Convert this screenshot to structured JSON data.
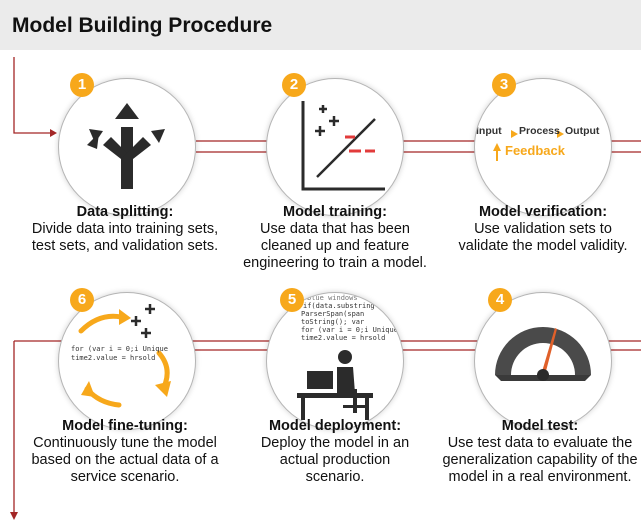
{
  "header": {
    "title": "Model Building Procedure"
  },
  "colors": {
    "accent": "#f7a81b",
    "line": "#a32626"
  },
  "steps": [
    {
      "number": "1",
      "title": "Data splitting:",
      "description": "Divide data into training sets, test sets, and validation sets.",
      "icon": "split-arrows-icon"
    },
    {
      "number": "2",
      "title": "Model training:",
      "description": "Use data that has been cleaned up and feature engineering to train a model.",
      "icon": "plus-minus-plot-icon"
    },
    {
      "number": "3",
      "title": "Model verification:",
      "description": "Use validation sets to validate the model validity.",
      "icon": "input-process-output-icon",
      "flow": {
        "input": "Input",
        "process": "Process",
        "output": "Output",
        "feedback": "Feedback"
      }
    },
    {
      "number": "4",
      "title": "Model test:",
      "description": "Use test data to evaluate the generalization capability of the model in a real environment.",
      "icon": "gauge-icon"
    },
    {
      "number": "5",
      "title": "Model deployment:",
      "description": "Deploy the model in an actual production scenario.",
      "icon": "developer-at-desk-icon",
      "code": [
        "blue  windows",
        "if(data.substring",
        "ParserSpan(span",
        "toString(); var",
        "for (var i = 0;i Unique",
        "time2.value = hrsold"
      ]
    },
    {
      "number": "6",
      "title": "Model fine-tuning:",
      "description": "Continuously tune the model based on the actual data of a service scenario.",
      "icon": "cycle-arrows-icon",
      "code": [
        "for (var i = 0;i Unique",
        "time2.value = hrsold"
      ]
    }
  ]
}
